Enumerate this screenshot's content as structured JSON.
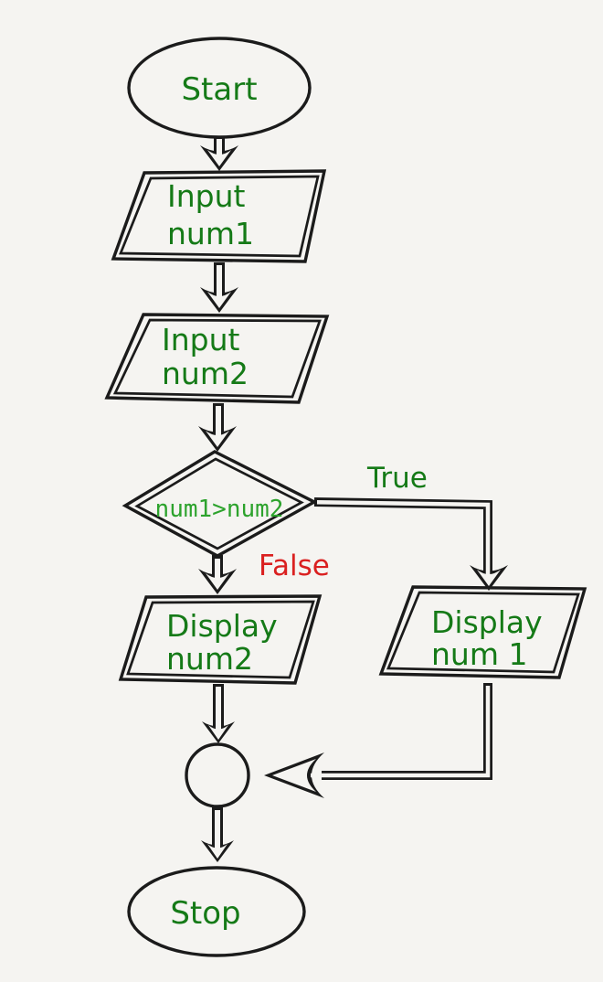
{
  "colors": {
    "background": "#f5f4f1",
    "stroke": "#1b1b1b",
    "label_green": "#157a17",
    "condition_green": "#2da32d",
    "false_red": "#da2020"
  },
  "nodes": {
    "start": {
      "shape": "ellipse",
      "label": "Start"
    },
    "input_num1": {
      "shape": "parallelogram",
      "line1": "Input",
      "line2": "num1"
    },
    "input_num2": {
      "shape": "parallelogram",
      "line1": "Input",
      "line2": "num2"
    },
    "decision": {
      "shape": "diamond",
      "condition": "num1>num2"
    },
    "display_num2": {
      "shape": "parallelogram",
      "line1": "Display",
      "line2": "num2"
    },
    "display_num1": {
      "shape": "parallelogram",
      "line1": "Display",
      "line2": "num 1"
    },
    "junction": {
      "shape": "circle"
    },
    "stop": {
      "shape": "ellipse",
      "label": "Stop"
    }
  },
  "branches": {
    "true_label": "True",
    "false_label": "False"
  }
}
